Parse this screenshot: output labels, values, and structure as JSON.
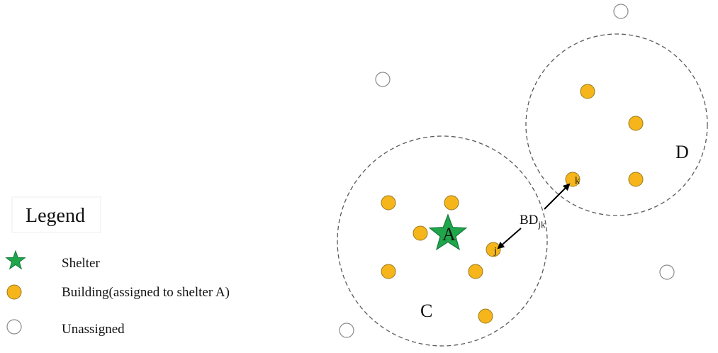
{
  "legend": {
    "title": "Legend",
    "items": [
      {
        "symbol": "shelter",
        "label": "Shelter"
      },
      {
        "symbol": "building",
        "label": "Building(assigned to shelter A)"
      },
      {
        "symbol": "unassigned",
        "label": "Unassigned"
      }
    ]
  },
  "diagram": {
    "region_c_label": "C",
    "region_d_label": "D",
    "shelter_label": "A",
    "building_j_label": "j",
    "building_k_label": "k",
    "distance_label": "BD",
    "distance_subscript": "jk"
  },
  "colors": {
    "shelter": "#1fa64a",
    "building": "#f5b51b",
    "building_stroke": "#9a7a1e",
    "unassigned_stroke": "#8a8a8a",
    "region_stroke": "#5a5a5a"
  }
}
